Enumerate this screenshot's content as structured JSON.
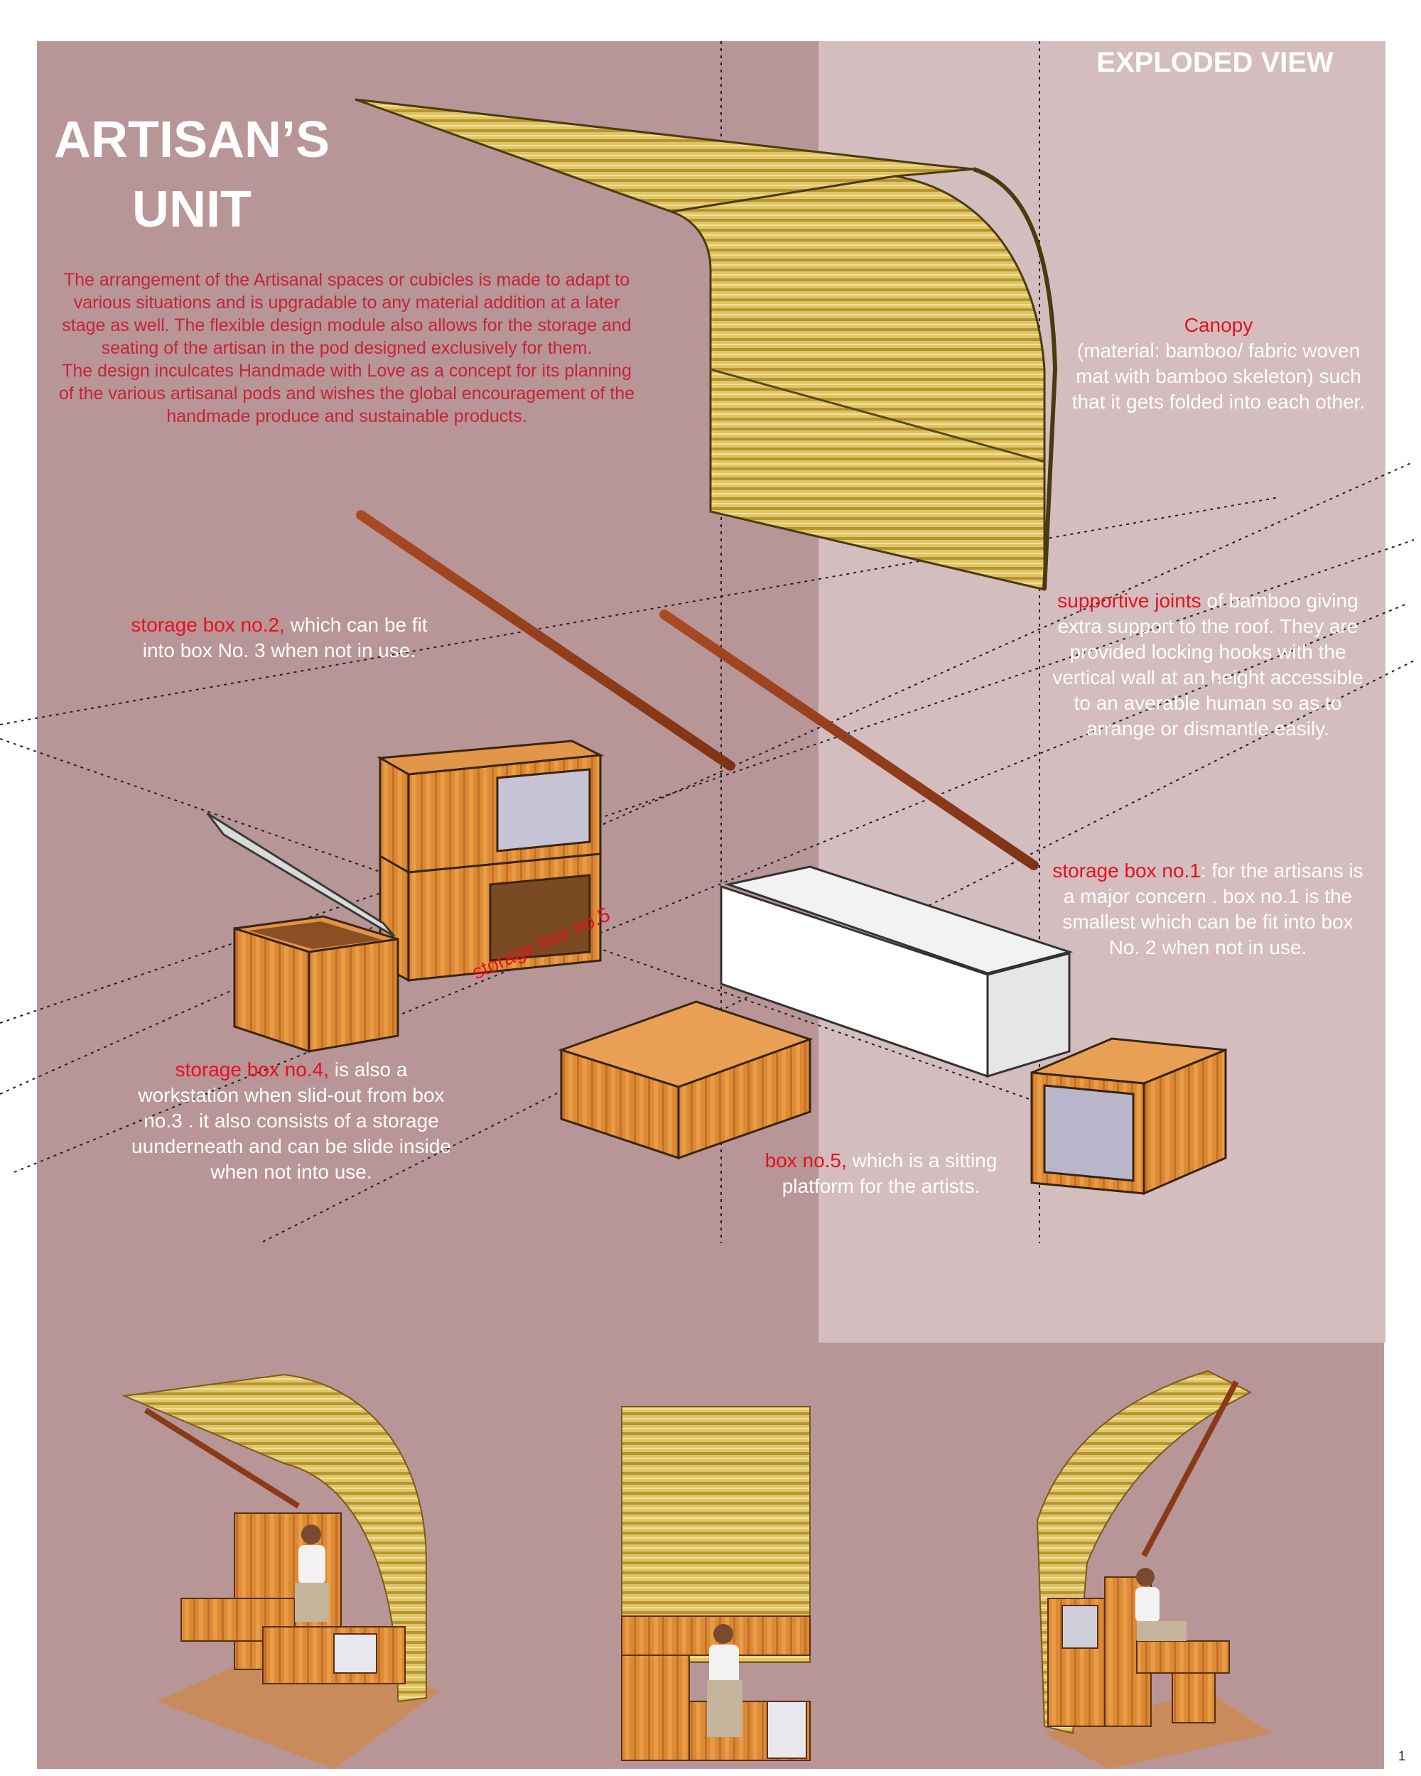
{
  "title": {
    "line1": "ARTISAN’S",
    "line2": "UNIT"
  },
  "heading": "EXPLODED VIEW",
  "intro": {
    "p1": "The arrangement of the Artisanal spaces or cubicles is made to adapt to various situations and is upgradable to any material addition at a later stage as well. The flexible design module also allows for the storage and seating of the artisan in the pod designed exclusively for them.",
    "p2": "The design inculcates Handmade with Love as a concept for its planning of the various artisanal pods and wishes the global encouragement of the handmade produce and sustainable products."
  },
  "notes": {
    "canopy": {
      "label": "Canopy",
      "text": "(material: bamboo/ fabric woven mat with bamboo skeleton) such that it gets folded into each other."
    },
    "joints": {
      "label": "supportive joints",
      "text": " of bamboo giving extra support to the roof. They are provided locking hooks with the vertical wall at an height accessible to an averable human so as to arrange or dismantle easily."
    },
    "box1": {
      "label": "storage box no.1",
      "text": ": for the artisans is a major concern . box no.1 is the smallest which can be fit into box No. 2 when not in use."
    },
    "box2": {
      "label": "storage box no.2,",
      "text": " which can be fit into box No. 3 when not in use."
    },
    "box3": {
      "label": "storage box no.5"
    },
    "box4": {
      "label": "storage box no.4,",
      "text": " is also a workstation when slid-out from box no.3 . it also consists of a storage uunderneath and can be slide inside when not into use."
    },
    "box5": {
      "label": "box no.5,",
      "text": " which is a sitting platform for the artists."
    }
  },
  "page_number": "1",
  "colors": {
    "panel_dark": "#b89597",
    "panel_light": "#d3bdbf",
    "accent_red": "#e8101f",
    "intro_text": "#c5243a",
    "wood": "#d9822e",
    "bamboo": "#d8c060",
    "pole": "#9a3e1d"
  }
}
